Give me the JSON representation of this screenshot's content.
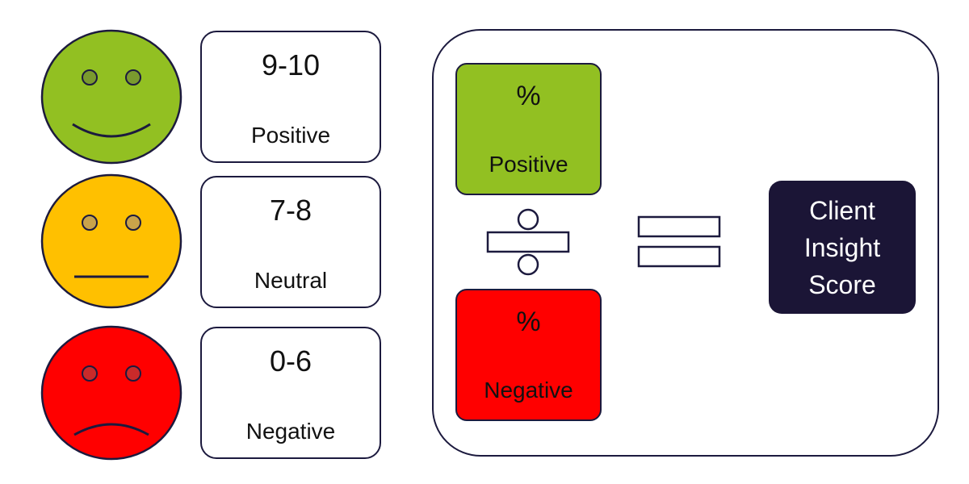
{
  "colors": {
    "positive": "#92c022",
    "neutral": "#ffc000",
    "negative": "#ff0000",
    "outline": "#1c1a3e",
    "score_bg": "#1b1536"
  },
  "scale": [
    {
      "face": "smiling-face-icon",
      "range": "9-10",
      "label": "Positive"
    },
    {
      "face": "neutral-face-icon",
      "range": "7-8",
      "label": "Neutral"
    },
    {
      "face": "frowning-face-icon",
      "range": "0-6",
      "label": "Negative"
    }
  ],
  "formula": {
    "numerator": {
      "symbol": "%",
      "label": "Positive"
    },
    "operator": "divide-icon",
    "denominator": {
      "symbol": "%",
      "label": "Negative"
    },
    "equals": "equals-icon",
    "result": {
      "line1": "Client",
      "line2": "Insight",
      "line3": "Score"
    }
  }
}
